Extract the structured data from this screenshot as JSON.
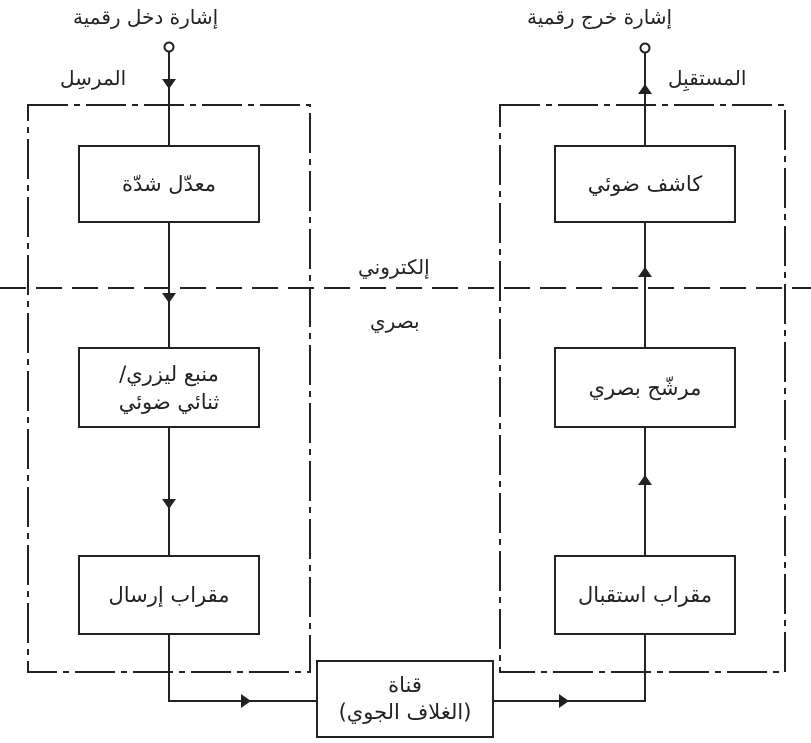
{
  "labels": {
    "input_signal": "إشارة دخل رقمية",
    "output_signal": "إشارة خرج رقمية",
    "transmitter": "المرسِل",
    "receiver": "المستقبِل",
    "electronic": "إلكتروني",
    "optical": "بصري"
  },
  "blocks": {
    "modulator": "معدّل شدّة",
    "source_line1": "منبع ليزري/",
    "source_line2": "ثنائي ضوئي",
    "tx_antenna": "مقراب إرسال",
    "detector": "كاشف ضوئي",
    "filter": "مرشّح بصري",
    "rx_antenna": "مقراب استقبال",
    "channel_line1": "قناة",
    "channel_line2": "(الغلاف الجوي)"
  },
  "colors": {
    "line": "#222222",
    "background": "#ffffff"
  }
}
